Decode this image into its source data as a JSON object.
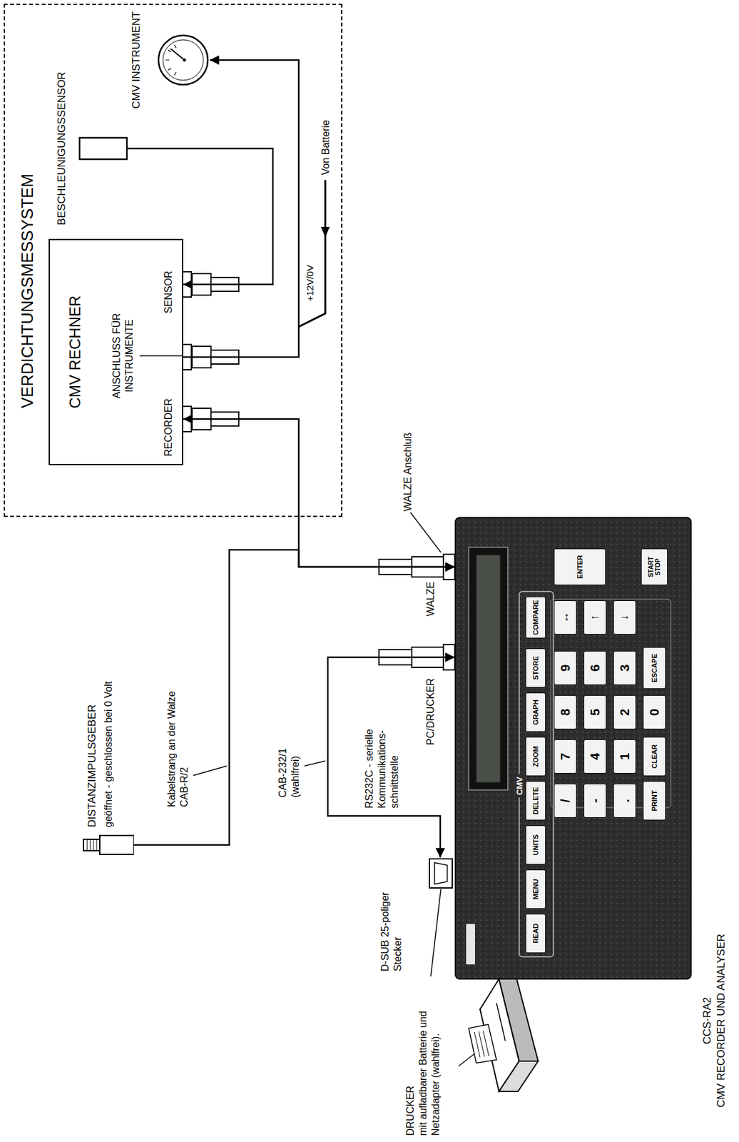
{
  "diagram": {
    "nodes": [
      {
        "text": [
          "VERDICHTUNGSMESSYSTEM"
        ]
      },
      {
        "text": [
          "CMV RECHNER",
          "SENSOR",
          "ANSCHLUSS FÜR INSTRUMENTE",
          "RECORDER"
        ],
        "in": 0
      },
      {
        "text": [
          "BESCHLEUNIGUNGSSENSOR"
        ],
        "in": 0
      },
      {
        "text": [
          "CMV INSTRUMENT"
        ],
        "in": 0
      },
      {
        "text": [
          "CCS-RA2",
          "CMV RECORDER UND ANALYSER"
        ]
      },
      {
        "text": [
          "DISTANZIMPULSGEBER",
          "geöffnet - geschlossen bei 0 Volt"
        ]
      },
      {
        "text": [
          "D-SUB 25-poliger Stecker"
        ]
      },
      {
        "text": [
          "DRUCKER",
          "mit aufladbarer Batterie und Netzadapter (wahlfrei)."
        ]
      },
      {
        "text": [
          "READ"
        ],
        "in": 4
      },
      {
        "text": [
          "MENU"
        ],
        "in": 4
      },
      {
        "text": [
          "UNITS"
        ],
        "in": 4
      },
      {
        "text": [
          "DELETE"
        ],
        "in": 4
      },
      {
        "text": [
          "ZOOM"
        ],
        "in": 4
      },
      {
        "text": [
          "GRAPH"
        ],
        "in": 4
      },
      {
        "text": [
          "STORE"
        ],
        "in": 4
      },
      {
        "text": [
          "COMPARE"
        ],
        "in": 4
      },
      {
        "text": [
          "/"
        ],
        "in": 4
      },
      {
        "text": [
          "7"
        ],
        "in": 4
      },
      {
        "text": [
          "8"
        ],
        "in": 4
      },
      {
        "text": [
          "9"
        ],
        "in": 4
      },
      {
        "text": [
          "↔"
        ],
        "in": 4
      },
      {
        "text": [
          "ENTER"
        ],
        "in": 4
      },
      {
        "text": [
          "-"
        ],
        "in": 4
      },
      {
        "text": [
          "4"
        ],
        "in": 4
      },
      {
        "text": [
          "5"
        ],
        "in": 4
      },
      {
        "text": [
          "6"
        ],
        "in": 4
      },
      {
        "text": [
          "↑"
        ],
        "in": 4
      },
      {
        "text": [
          "."
        ],
        "in": 4
      },
      {
        "text": [
          "1"
        ],
        "in": 4
      },
      {
        "text": [
          "2"
        ],
        "in": 4
      },
      {
        "text": [
          "3"
        ],
        "in": 4
      },
      {
        "text": [
          "↓"
        ],
        "in": 4
      },
      {
        "text": [
          "PRINT"
        ],
        "in": 4
      },
      {
        "text": [
          "CLEAR"
        ],
        "in": 4
      },
      {
        "text": [
          "0"
        ],
        "in": 4
      },
      {
        "text": [
          "ESCAPE"
        ],
        "in": 4
      },
      {
        "text": [
          "START STOP"
        ],
        "in": 4
      }
    ],
    "edges": [
      {
        "from": 2,
        "to": 1,
        "arrow": "to"
      },
      {
        "from": 1,
        "to": 3,
        "arrow": "to"
      },
      {
        "from": 1,
        "to": 4,
        "arrow": "both"
      },
      {
        "from": 5,
        "to": 4,
        "arrow": "to"
      },
      {
        "from": 4,
        "to": 6,
        "arrow": "both"
      }
    ],
    "labels": [
      "+12V/0V",
      "Von Batterie",
      "Kabelstrang an der Walze CAB-R/2",
      "CAB-232/1 (wahlfrei)",
      "RS232C - serielle Kommunikations- schnittstelle",
      "WALZE Anschluß",
      "WALZE",
      "PC/DRUCKER",
      "CMV"
    ]
  }
}
